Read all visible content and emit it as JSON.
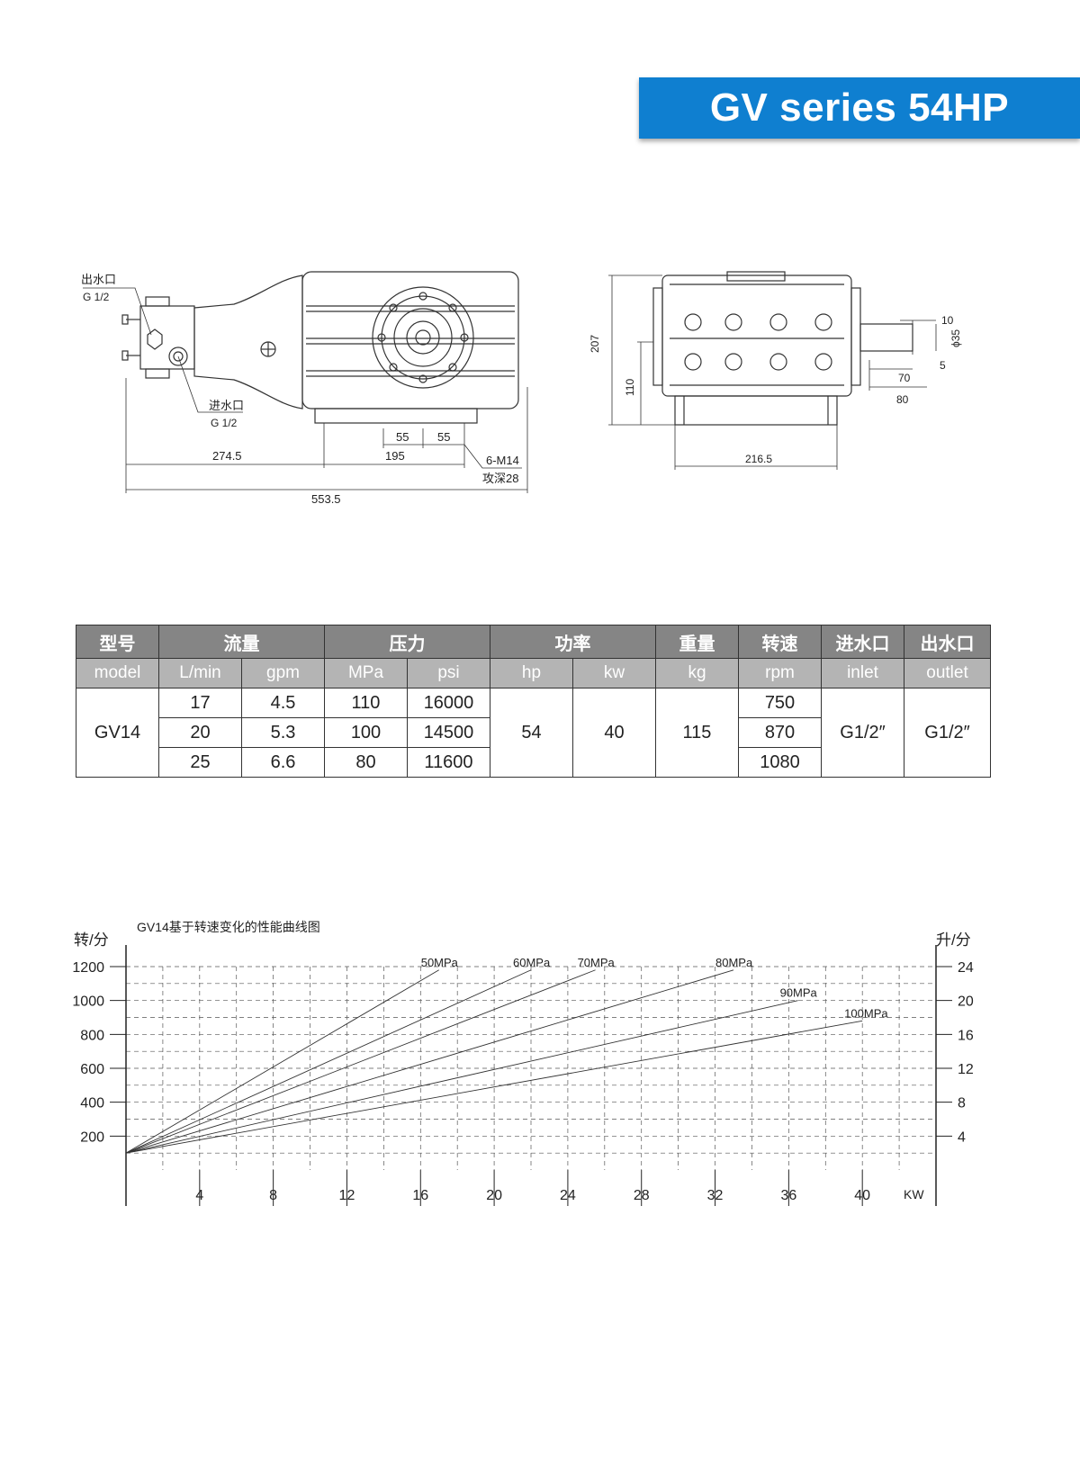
{
  "banner": {
    "title": "GV series 54HP"
  },
  "drawing": {
    "outlet_label": "出水口",
    "outlet_thread": "G 1/2",
    "inlet_label": "进水口",
    "inlet_thread": "G 1/2",
    "dims": {
      "d_274_5": "274.5",
      "d_195": "195",
      "d_55a": "55",
      "d_55b": "55",
      "d_553_5": "553.5",
      "bolt": "6-M14",
      "tap_depth": "攻深28",
      "d_207": "207",
      "d_110": "110",
      "d_216_5": "216.5",
      "d_10": "10",
      "d_35": "ϕ35",
      "d_5": "5",
      "d_70": "70",
      "d_80": "80"
    }
  },
  "spec_table": {
    "header_cn": [
      "型号",
      "流量",
      "压力",
      "功率",
      "重量",
      "转速",
      "进水口",
      "出水口"
    ],
    "header_en": [
      "model",
      "L/min",
      "gpm",
      "MPa",
      "psi",
      "hp",
      "kw",
      "kg",
      "rpm",
      "inlet",
      "outlet"
    ],
    "model": "GV14",
    "rows": [
      {
        "lmin": "17",
        "gpm": "4.5",
        "mpa": "110",
        "psi": "16000",
        "rpm": "750"
      },
      {
        "lmin": "20",
        "gpm": "5.3",
        "mpa": "100",
        "psi": "14500",
        "rpm": "870"
      },
      {
        "lmin": "25",
        "gpm": "6.6",
        "mpa": "80",
        "psi": "11600",
        "rpm": "1080"
      }
    ],
    "hp": "54",
    "kw": "40",
    "kg": "115",
    "inlet": "G1/2″",
    "outlet": "G1/2″"
  },
  "chart_data": {
    "type": "line",
    "title": "GV14基于转速变化的性能曲线图",
    "ylabel_left": "转/分",
    "ylabel_right": "升/分",
    "xlabel": "KW",
    "xlim": [
      0,
      44
    ],
    "ylim": [
      0,
      1200
    ],
    "y_right_lim": [
      0,
      24
    ],
    "x_ticks": [
      4,
      8,
      12,
      16,
      20,
      24,
      28,
      32,
      36,
      40
    ],
    "y_ticks": [
      200,
      400,
      600,
      800,
      1000,
      1200
    ],
    "y_right_ticks": [
      4,
      8,
      12,
      16,
      20,
      24
    ],
    "grid": true,
    "origin": [
      0,
      100
    ],
    "series": [
      {
        "name": "50MPa",
        "end": [
          17,
          1180
        ]
      },
      {
        "name": "60MPa",
        "end": [
          22,
          1180
        ]
      },
      {
        "name": "70MPa",
        "end": [
          25.5,
          1180
        ]
      },
      {
        "name": "80MPa",
        "end": [
          33,
          1180
        ]
      },
      {
        "name": "90MPa",
        "end": [
          36.5,
          1000
        ]
      },
      {
        "name": "100MPa",
        "end": [
          40,
          880
        ]
      }
    ]
  }
}
